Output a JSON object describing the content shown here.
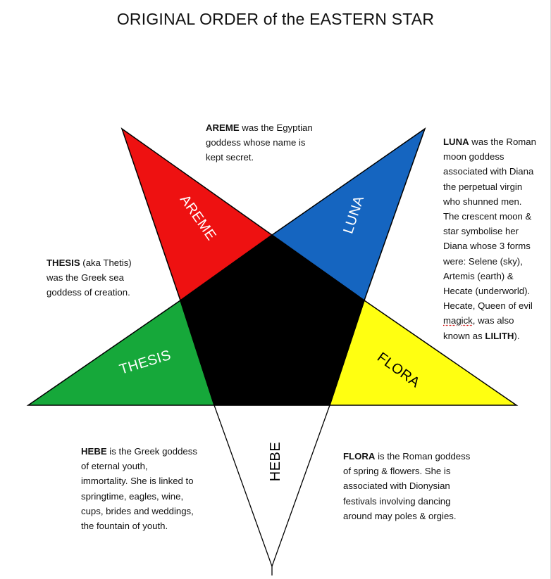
{
  "title": "ORIGINAL ORDER of the EASTERN STAR",
  "colors": {
    "areme": "#ee1111",
    "luna": "#1565c0",
    "thesis": "#16a83a",
    "flora": "#ffff11",
    "hebe": "#ffffff",
    "center": "#000000"
  },
  "points": {
    "areme": "AREME",
    "luna": "LUNA",
    "thesis": "THESIS",
    "flora": "FLORA",
    "hebe": "HEBE"
  },
  "areme": {
    "name": "AREME",
    "line1": " was the Egyptian",
    "line2": "goddess whose name is",
    "line3": "kept secret."
  },
  "luna": {
    "name": "LUNA",
    "line1": " was the Roman",
    "line2": "moon goddess",
    "line3": "associated with Diana",
    "line4": "the perpetual virgin",
    "line5": "who shunned men.",
    "line6": "The crescent moon &",
    "line7": "star symbolise her",
    "line8": "Diana whose 3 forms",
    "line9": "were: Selene (sky),",
    "line10": "Artemis (earth) &",
    "line11": "Hecate (underworld).",
    "line12": "Hecate, Queen of evil",
    "line13_word": "magick",
    "line13_rest": ", was also",
    "line14_pre": "known as ",
    "line14_name": "LILITH",
    "line14_post": ")."
  },
  "thesis": {
    "name": "THESIS",
    "line1": " (aka Thetis)",
    "line2": "was the Greek sea",
    "line3": "goddess of creation."
  },
  "hebe": {
    "name": "HEBE",
    "line1": " is the Greek goddess",
    "line2": "of eternal youth,",
    "line3": "immortality. She is linked to",
    "line4": "springtime, eagles, wine,",
    "line5": "cups, brides and weddings,",
    "line6": "the fountain of youth."
  },
  "flora": {
    "name": "FLORA",
    "line1": " is the Roman goddess",
    "line2": "of spring & flowers. She is",
    "line3": "associated with Dionysian",
    "line4": "festivals involving dancing",
    "line5": "around may poles & orgies."
  }
}
